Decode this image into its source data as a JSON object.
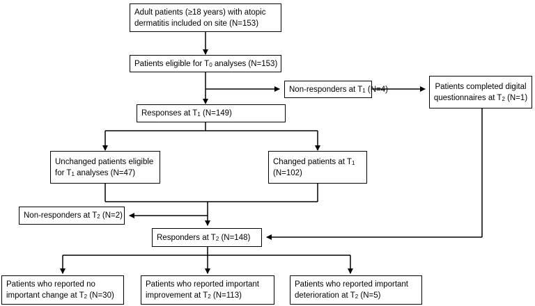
{
  "boxes": {
    "adult": {
      "line1": "Adult patients (≥18 years) with atopic",
      "line2": "dermatitis included on site (N=153)"
    },
    "eligible_t0": {
      "pre": "Patients eligible for T",
      "sub": "0",
      "post": " analyses (N=153)"
    },
    "nonresp_t1": {
      "pre": "Non-responders at T",
      "sub": "1",
      "post": " (N=4)"
    },
    "digital": {
      "line1": "Patients completed digital",
      "pre": "questionnaires at T",
      "sub": "2",
      "post": " (N=1)"
    },
    "responses_t1": {
      "pre": "Responses at T",
      "sub": "1",
      "post": " (N=149)"
    },
    "unchanged": {
      "line1": "Unchanged patients eligible",
      "pre": "for T",
      "sub": "1",
      "post": " analyses (N=47)"
    },
    "changed": {
      "pre": "Changed patients at T",
      "sub": "1",
      "line2": "(N=102)"
    },
    "nonresp_t2": {
      "pre": "Non-responders at T",
      "sub": "2",
      "post": " (N=2)"
    },
    "responders_t2": {
      "pre": "Responders at T",
      "sub": "2",
      "post": " (N=148)"
    },
    "no_change": {
      "line1": "Patients who reported no",
      "pre": "important change at T",
      "sub": "2",
      "post": " (N=30)"
    },
    "improvement": {
      "line1": "Patients who reported important",
      "pre": "improvement at T",
      "sub": "2",
      "post": " (N=113)"
    },
    "deterioration": {
      "line1": "Patients who reported important",
      "pre": "deterioration at T",
      "sub": "2",
      "post": " (N=5)"
    }
  }
}
